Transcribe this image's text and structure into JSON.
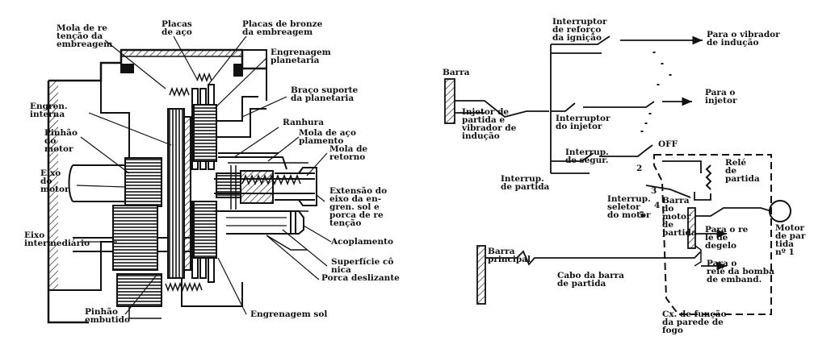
{
  "left_diagram": {
    "labels": {
      "mola_retencao": [
        "Mola de re",
        "tenção da",
        "embreagem"
      ],
      "placas_aco": [
        "Placas",
        "de aço"
      ],
      "placas_bronze": [
        "Placas de bronze",
        "da embreagem"
      ],
      "engrenagem_planetaria": [
        "Engrenagem",
        "planetaria"
      ],
      "braco_suporte": [
        "Braço suporte",
        "da planetaria"
      ],
      "engren_interna": [
        "Engren.",
        "interna"
      ],
      "ranhura": [
        "Ranhura"
      ],
      "mola_aco": [
        "Mola de aço",
        "plamento"
      ],
      "pinhao_motor": [
        "Pinhão",
        "do",
        "motor"
      ],
      "mola_retorno": [
        "Mola de",
        "retorno"
      ],
      "eixo_motor": [
        "Eixo",
        "do",
        "motor"
      ],
      "extensao_eixo": [
        "Extensão do",
        "eixo da en-",
        "gren. sol e",
        "porca de re",
        "tenção"
      ],
      "acoplamento": [
        "Acoplamento"
      ],
      "eixo_intermediario": [
        "Eixo",
        "intermediário"
      ],
      "superficie_conica": [
        "Superfície cô",
        "nica"
      ],
      "porca_deslizante": [
        "Porca deslizante"
      ],
      "engrenagem_sol": [
        "Engrenagem sol"
      ],
      "pinhao_embutido": [
        "Pinhão",
        "embutido"
      ]
    }
  },
  "right_diagram": {
    "labels": {
      "barra": [
        "Barra"
      ],
      "interruptor_reforco": [
        "Interruptor",
        "de reforço",
        "da ignição"
      ],
      "para_vibrador": [
        "Para o vibrador",
        "de indução"
      ],
      "para_injetor": [
        "Para o",
        "injetor"
      ],
      "injetor_partida": [
        "Injetor de",
        "partida e",
        "vibrador de",
        "indução"
      ],
      "interruptor_injetor": [
        "Interruptor",
        "do injetor"
      ],
      "off": [
        "OFF"
      ],
      "interrup_segur": [
        "Interrup.",
        "de segur."
      ],
      "interrup_partida": [
        "Interrup.",
        "de partida"
      ],
      "rele_partida": [
        "Relé",
        "de",
        "partida"
      ],
      "interrup_seletor": [
        "Interrup.",
        "seletor",
        "do motor"
      ],
      "barra_motor_partida": [
        "Barra",
        "do",
        "motor",
        "de",
        "partida"
      ],
      "para_rele_degelo": [
        "Para o re",
        "lé de",
        "degelo"
      ],
      "motor_partida": [
        "Motor",
        "de par",
        "tida",
        "nº 1"
      ],
      "barra_principal": [
        "Barra",
        "principal"
      ],
      "cabo_barra": [
        "Cabo da barra",
        "de partida"
      ],
      "para_rele_bomba": [
        "Para o",
        "relé da bomba",
        "de emband."
      ],
      "cx_funcao": [
        "Cx. de função",
        "da parede de",
        "fogo"
      ],
      "contact_numbers": [
        "2",
        "3",
        "4",
        "5"
      ]
    }
  }
}
